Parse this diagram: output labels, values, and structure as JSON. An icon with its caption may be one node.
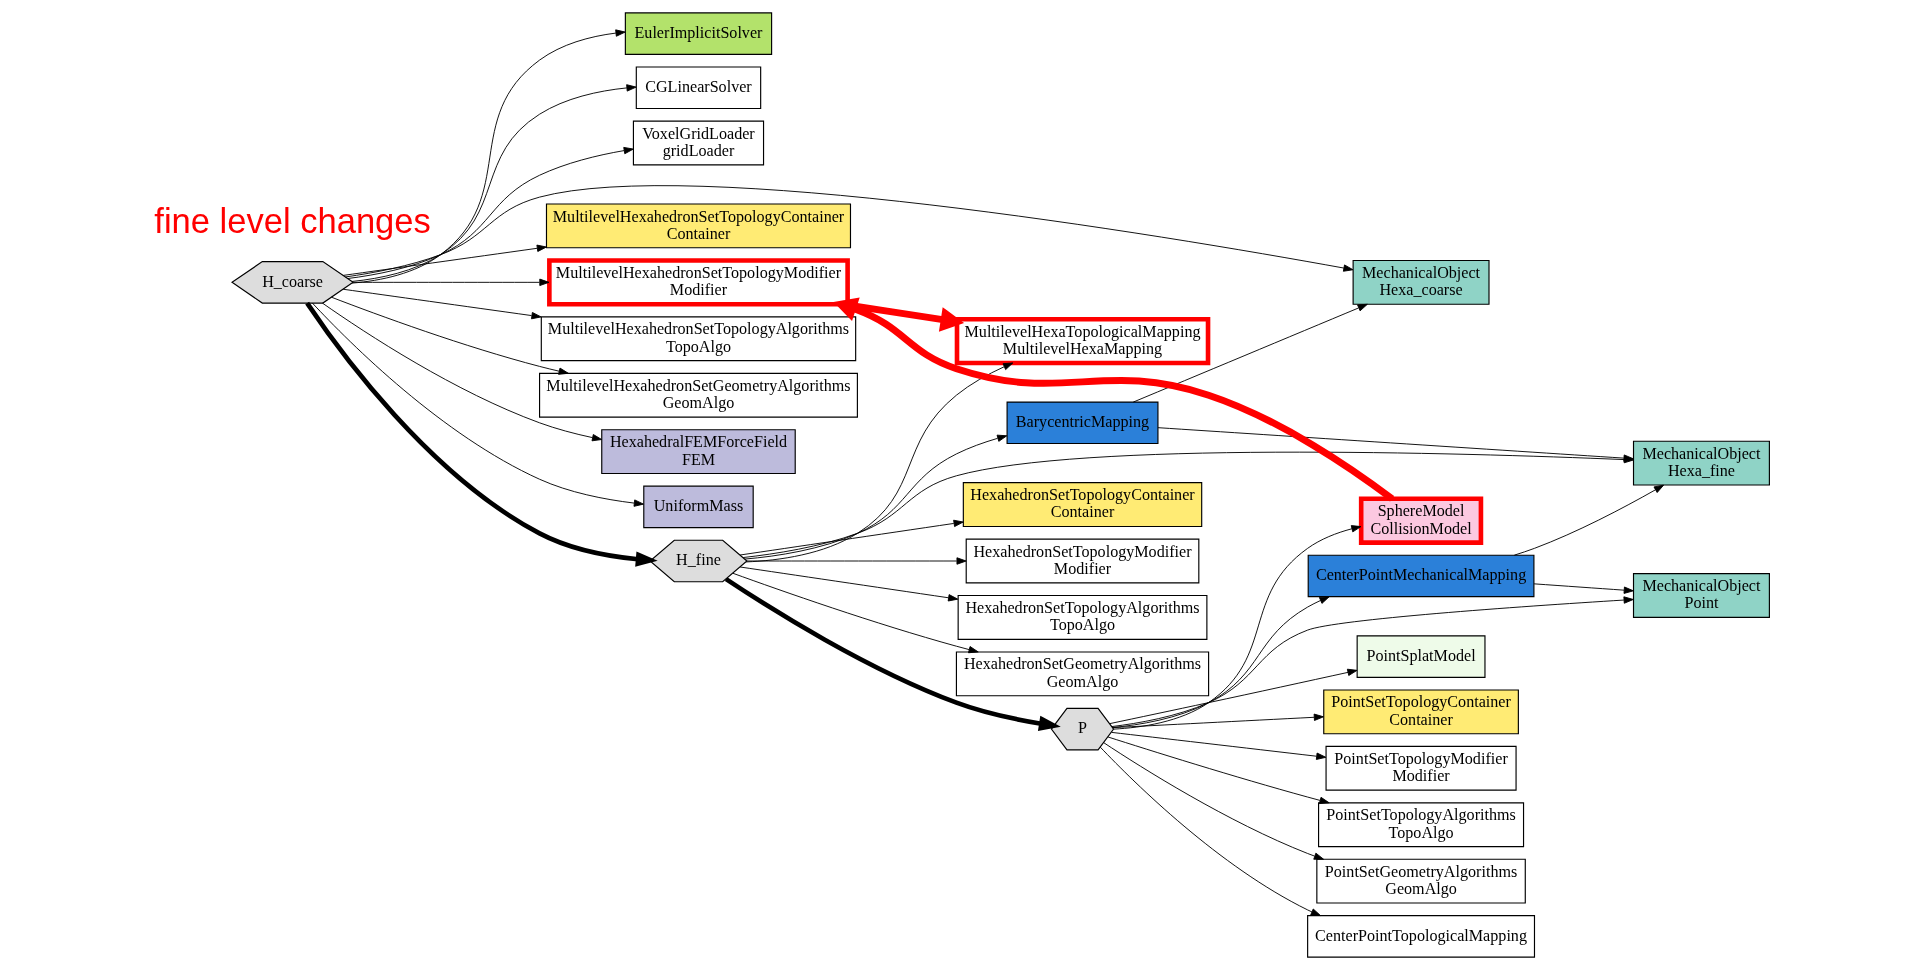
{
  "diagram": {
    "nodes": [
      {
        "text": [
          "H_coarse"
        ]
      },
      {
        "text": [
          "EulerImplicitSolver"
        ]
      },
      {
        "text": [
          "CGLinearSolver"
        ]
      },
      {
        "text": [
          "VoxelGridLoader",
          "gridLoader"
        ]
      },
      {
        "text": [
          "MechanicalObject",
          "Hexa_coarse"
        ]
      },
      {
        "text": [
          "MultilevelHexahedronSetTopologyContainer",
          "Container"
        ]
      },
      {
        "text": [
          "MultilevelHexahedronSetTopologyModifier",
          "Modifier"
        ]
      },
      {
        "text": [
          "MultilevelHexahedronSetTopologyAlgorithms",
          "TopoAlgo"
        ]
      },
      {
        "text": [
          "MultilevelHexahedronSetGeometryAlgorithms",
          "GeomAlgo"
        ]
      },
      {
        "text": [
          "HexahedralFEMForceField",
          "FEM"
        ]
      },
      {
        "text": [
          "UniformMass"
        ]
      },
      {
        "text": [
          "BarycentricMapping"
        ]
      },
      {
        "text": [
          "H_fine"
        ]
      },
      {
        "text": [
          "MechanicalObject",
          "Hexa_fine"
        ]
      },
      {
        "text": [
          "MultilevelHexaTopologicalMapping",
          "MultilevelHexaMapping"
        ]
      },
      {
        "text": [
          "HexahedronSetTopologyContainer",
          "Container"
        ]
      },
      {
        "text": [
          "HexahedronSetTopologyModifier",
          "Modifier"
        ]
      },
      {
        "text": [
          "HexahedronSetTopologyAlgorithms",
          "TopoAlgo"
        ]
      },
      {
        "text": [
          "HexahedronSetGeometryAlgorithms",
          "GeomAlgo"
        ]
      },
      {
        "text": [
          "CenterPointMechanicalMapping"
        ]
      },
      {
        "text": [
          "MechanicalObject",
          "Point"
        ]
      },
      {
        "text": [
          "PointSplatModel"
        ]
      },
      {
        "text": [
          "P"
        ]
      },
      {
        "text": [
          "PointSetTopologyContainer",
          "Container"
        ]
      },
      {
        "text": [
          "PointSetTopologyModifier",
          "Modifier"
        ]
      },
      {
        "text": [
          "PointSetTopologyAlgorithms",
          "TopoAlgo"
        ]
      },
      {
        "text": [
          "PointSetGeometryAlgorithms",
          "GeomAlgo"
        ]
      },
      {
        "text": [
          "CenterPointTopologicalMapping"
        ]
      },
      {
        "text": [
          "SphereModel",
          "CollisionModel"
        ]
      }
    ],
    "edges": [
      {
        "from": 0,
        "to": 1,
        "arrow": "to"
      },
      {
        "from": 0,
        "to": 2,
        "arrow": "to"
      },
      {
        "from": 0,
        "to": 3,
        "arrow": "to"
      },
      {
        "from": 0,
        "to": 4,
        "arrow": "to"
      },
      {
        "from": 0,
        "to": 12,
        "arrow": "to",
        "style": "thick"
      },
      {
        "from": 0,
        "to": 5,
        "arrow": "to"
      },
      {
        "from": 0,
        "to": 6,
        "arrow": "to"
      },
      {
        "from": 0,
        "to": 7,
        "arrow": "to"
      },
      {
        "from": 0,
        "to": 8,
        "arrow": "to"
      },
      {
        "from": 0,
        "to": 9,
        "arrow": "to"
      },
      {
        "from": 0,
        "to": 10,
        "arrow": "to"
      },
      {
        "from": 11,
        "to": 4,
        "arrow": "to"
      },
      {
        "from": 11,
        "to": 13,
        "arrow": "to"
      },
      {
        "from": 12,
        "to": 11,
        "arrow": "to"
      },
      {
        "from": 12,
        "to": 13,
        "arrow": "to"
      },
      {
        "from": 12,
        "to": 14,
        "arrow": "to"
      },
      {
        "from": 12,
        "to": 22,
        "arrow": "to",
        "style": "thick"
      },
      {
        "from": 12,
        "to": 15,
        "arrow": "to"
      },
      {
        "from": 12,
        "to": 16,
        "arrow": "to"
      },
      {
        "from": 12,
        "to": 17,
        "arrow": "to"
      },
      {
        "from": 12,
        "to": 18,
        "arrow": "to"
      },
      {
        "from": 19,
        "to": 13,
        "arrow": "to"
      },
      {
        "from": 19,
        "to": 20,
        "arrow": "to"
      },
      {
        "from": 22,
        "to": 19,
        "arrow": "to"
      },
      {
        "from": 22,
        "to": 20,
        "arrow": "to"
      },
      {
        "from": 22,
        "to": 21,
        "arrow": "to"
      },
      {
        "from": 22,
        "to": 23,
        "arrow": "to"
      },
      {
        "from": 22,
        "to": 24,
        "arrow": "to"
      },
      {
        "from": 22,
        "to": 25,
        "arrow": "to"
      },
      {
        "from": 22,
        "to": 26,
        "arrow": "to"
      },
      {
        "from": 22,
        "to": 27,
        "arrow": "to"
      },
      {
        "from": 22,
        "to": 28,
        "arrow": "to"
      },
      {
        "from": 6,
        "to": 14,
        "arrow": "to",
        "style": "thick",
        "color": "#ff0000"
      },
      {
        "from": 28,
        "to": 6,
        "arrow": "to",
        "style": "thick",
        "color": "#ff0000"
      }
    ],
    "labels": [
      "fine level changes"
    ]
  }
}
